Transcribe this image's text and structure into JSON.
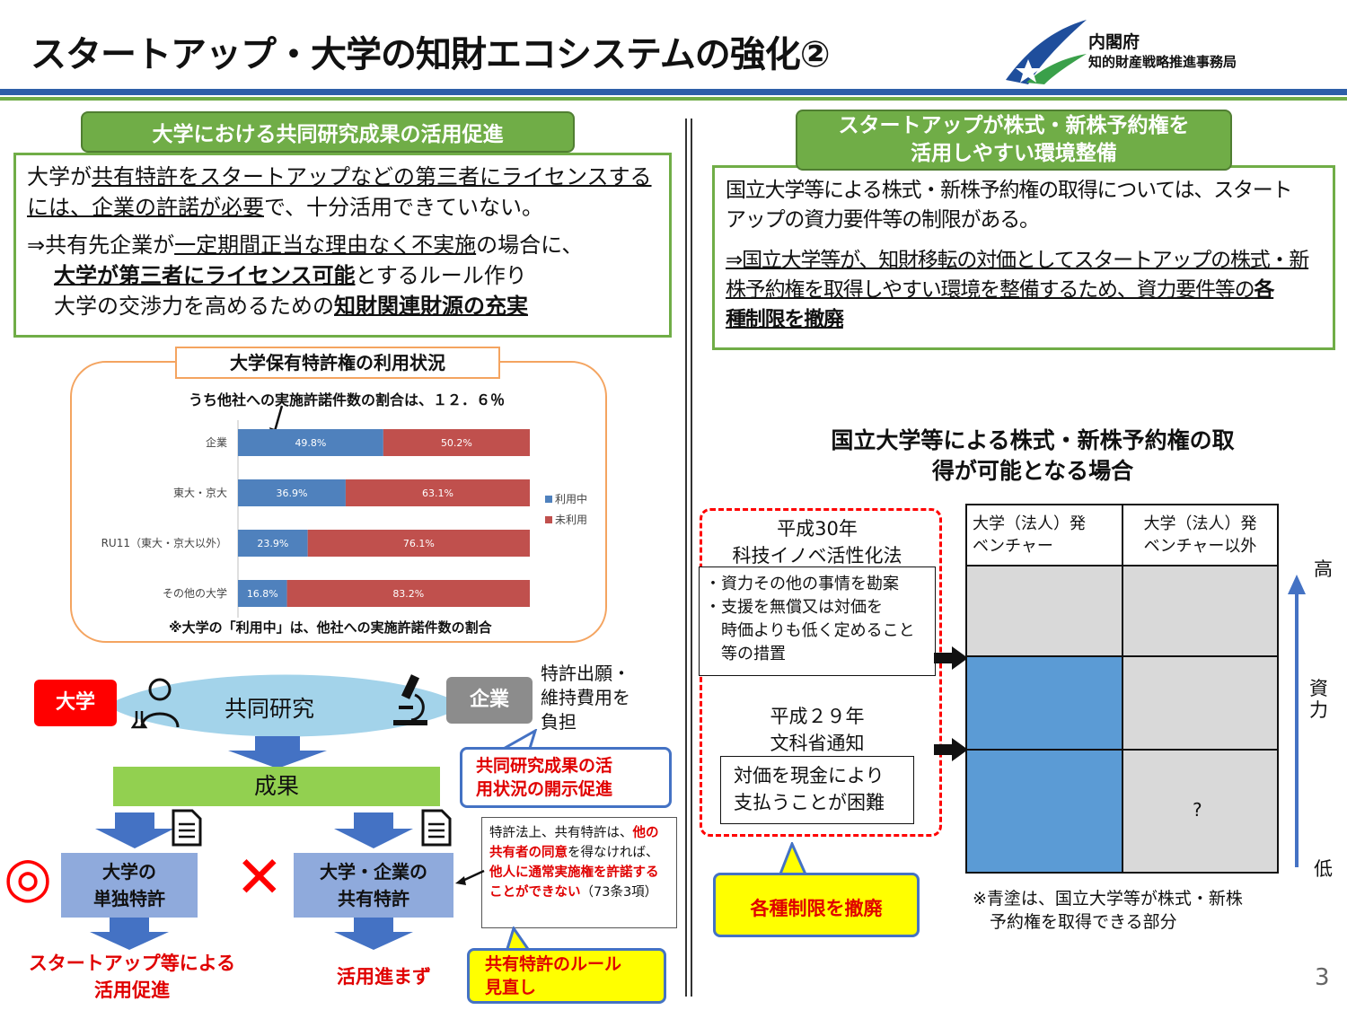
{
  "header": {
    "title": "スタートアップ・大学の知財エコシステムの強化②",
    "org_line1": "内閣府",
    "org_line2": "知的財産戦略推進事務局"
  },
  "left": {
    "tab_title": "大学における共同研究成果の活用促進",
    "box_line1_a": "大学が",
    "box_line1_b": "共有特許をスタートアップなどの第三者にライセンスする",
    "box_line2_a": "には、企業の許諾が必要",
    "box_line2_b": "で、十分活用できていない。",
    "box_line3_a": "⇒共有先企業が",
    "box_line3_b": "一定期間正当な理由なく不実施",
    "box_line3_c": "の場合に、",
    "box_line4_a": "大学が第三者にライセンス可能",
    "box_line4_b": "とするルール作り",
    "box_line5_a": "大学の交渉力を高めるための",
    "box_line5_b": "知財関連財源の充実"
  },
  "chart_section": {
    "tab_title": "大学保有特許権の利用状況",
    "note_top": "うち他社への実施許諾件数の割合は、１２．６％",
    "note_bottom": "※大学の「利用中」は、他社への実施許諾件数の割合"
  },
  "chart_data": {
    "type": "bar",
    "orientation": "horizontal-stacked-100",
    "categories": [
      "企業",
      "東大・京大",
      "RU11（東大・京大以外）",
      "その他の大学"
    ],
    "series": [
      {
        "name": "利用中",
        "values": [
          49.8,
          36.9,
          23.9,
          16.8
        ],
        "labels": [
          "49.8%",
          "36.9%",
          "23.9%",
          "16.8%"
        ],
        "color": "#4f81bd"
      },
      {
        "name": "未利用",
        "values": [
          50.2,
          63.1,
          76.1,
          83.2
        ],
        "labels": [
          "50.2%",
          "63.1%",
          "76.1%",
          "83.2%"
        ],
        "color": "#c0504d"
      }
    ],
    "xlim": [
      0,
      100
    ],
    "legend": "right"
  },
  "flow": {
    "univ_label": "大学",
    "joint_research": "共同研究",
    "company_label": "企業",
    "cost_note": "特許出願・\n維持費用を\n負担",
    "callout_disclose": "共同研究成果の活\n用状況の開示促進",
    "result": "成果",
    "sole_patent": "大学の\n単独特許",
    "joint_patent": "大学・企業の\n共有特許",
    "law_note_a": "特許法上、共有特許は、",
    "law_note_b": "他の共有者の同意",
    "law_note_c": "を得なければ、",
    "law_note_d": "他人に通常実施権を許諾することができない",
    "law_note_e": "（73条3項）",
    "outcome_good": "スタートアップ等による\n活用促進",
    "outcome_bad": "活用進まず",
    "callout_rule": "共有特許のルール\n見直し",
    "circle_mark": "◎",
    "cross_mark": "✕"
  },
  "right": {
    "tab_title_line1": "スタートアップが株式・新株予約権を",
    "tab_title_line2": "活用しやすい環境整備",
    "box_line1": "国立大学等による株式・新株予約権の取得については、スタート",
    "box_line2": "アップの資力要件等の制限がある。",
    "box_line3": "⇒国立大学等が、知財移転の対価としてスタートアップの株式・新",
    "box_line4_a": "株予約権を取得しやすい環境を整備するため、資力要件等の",
    "box_line4_b": "各",
    "box_line5": "種制限を撤廃"
  },
  "matrix": {
    "title": "国立大学等による株式・新株予約権の取\n得が可能となる場合",
    "h30_title": "平成30年\n科技イノベ活性化法",
    "h30_items": "・資力その他の事情を勘案\n・支援を無償又は対価を\n　時価よりも低く定めること\n　等の措置",
    "h29_title": "平成２９年\n文科省通知",
    "h29_item": "対価を現金により\n支払うことが困難",
    "col1": "大学（法人）発\nベンチャー",
    "col2": "大学（法人）発\nベンチャー以外",
    "question": "?",
    "axis_high": "高",
    "axis_label": "資\n力",
    "axis_low": "低",
    "footnote": "※青塗は、国立大学等が株式・新株\n　予約権を取得できる部分",
    "callout_remove": "各種制限を撤廃"
  },
  "page_number": "3"
}
